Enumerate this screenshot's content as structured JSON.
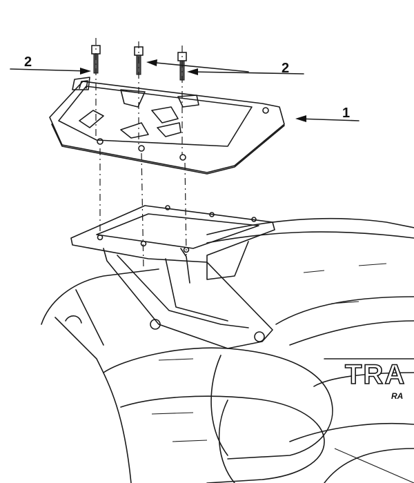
{
  "callouts": {
    "bolts_left": "2",
    "bolts_right": "2",
    "plate": "1"
  },
  "vehicle_lettering": {
    "main": "TRA",
    "sub": "RA"
  }
}
